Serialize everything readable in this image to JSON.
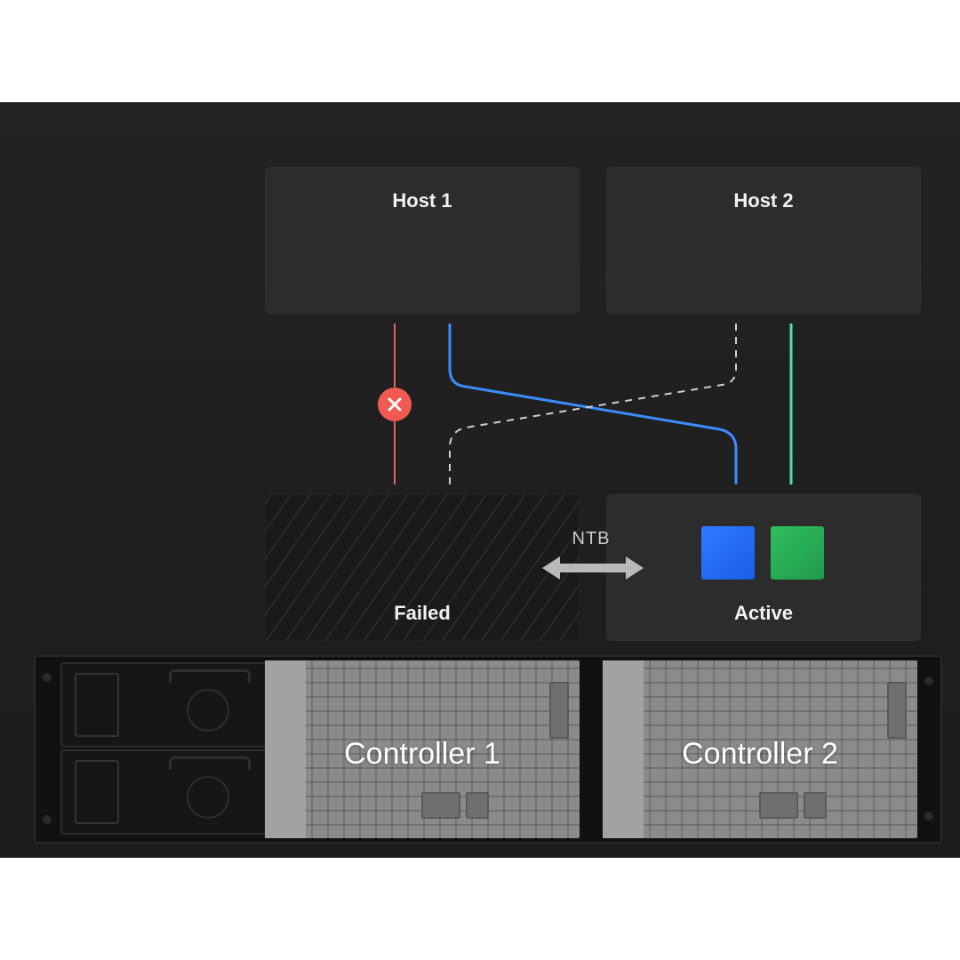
{
  "hosts": [
    {
      "label": "Host 1"
    },
    {
      "label": "Host 2"
    }
  ],
  "controllers_status": {
    "failed_label": "Failed",
    "active_label": "Active",
    "interconnect_label": "NTB"
  },
  "chassis": {
    "controller_1_label": "Controller 1",
    "controller_2_label": "Controller 2"
  },
  "colors": {
    "failed_path": "#d9675a",
    "failover_path": "#3b8cff",
    "standby_path": "#cfcfcf",
    "active_path": "#4fe3a0",
    "fail_marker": "#f05a52",
    "blue_block": "#2f7bff",
    "green_block": "#2fbf5f"
  },
  "icons": {
    "fail_marker": "close-icon",
    "interconnect": "double-arrow-icon"
  }
}
